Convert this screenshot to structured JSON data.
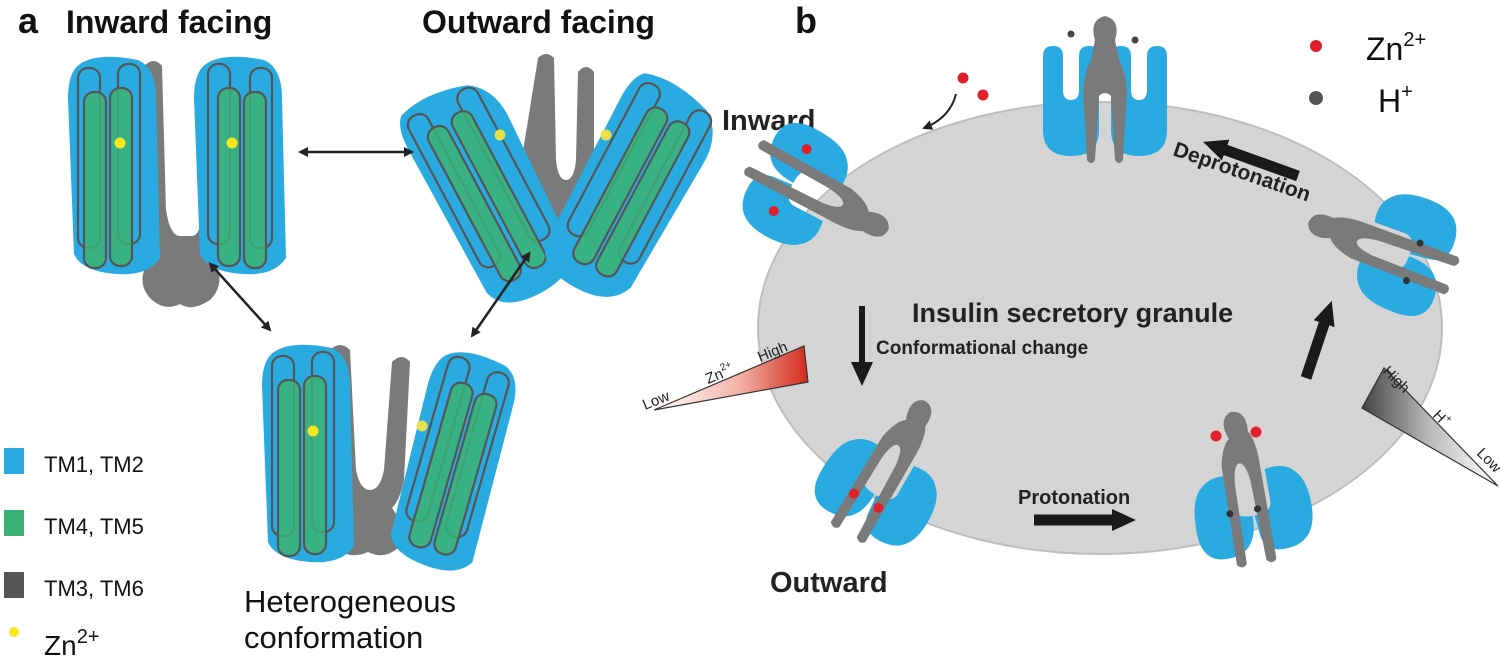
{
  "panel_a": {
    "letter": "a",
    "label_inward": "Inward facing",
    "label_outward": "Outward facing",
    "label_hetero_line1": "Heterogeneous",
    "label_hetero_line2": "conformation",
    "legend": {
      "tm12": "TM1, TM2",
      "tm45": "TM4, TM5",
      "tm36": "TM3, TM6",
      "zn_base": "Zn",
      "zn_sup": "2+"
    }
  },
  "panel_b": {
    "letter": "b",
    "label_inward": "Inward",
    "label_outward": "Outward",
    "granule": "Insulin secretory granule",
    "conformational_change": "Conformational change",
    "protonation": "Protonation",
    "deprotonation": "Deprotonation",
    "zn_gradient": {
      "low": "Low",
      "high": "High",
      "ion_base": "Zn",
      "ion_sup": "2+"
    },
    "h_gradient": {
      "low": "Low",
      "high": "High",
      "ion_base": "H",
      "ion_sup": "+"
    },
    "legend": {
      "zn_base": "Zn",
      "zn_sup": "2+",
      "h_base": "H",
      "h_sup": "+"
    }
  },
  "colors": {
    "tm12_blue": "#29abe2",
    "tm45_green": "#3bb273",
    "tm36_gray": "#777777",
    "zn_yellow": "#f5e61e",
    "zn_red": "#e0202a",
    "h_gray": "#555555",
    "granule_fill": "#d4d4d4"
  }
}
